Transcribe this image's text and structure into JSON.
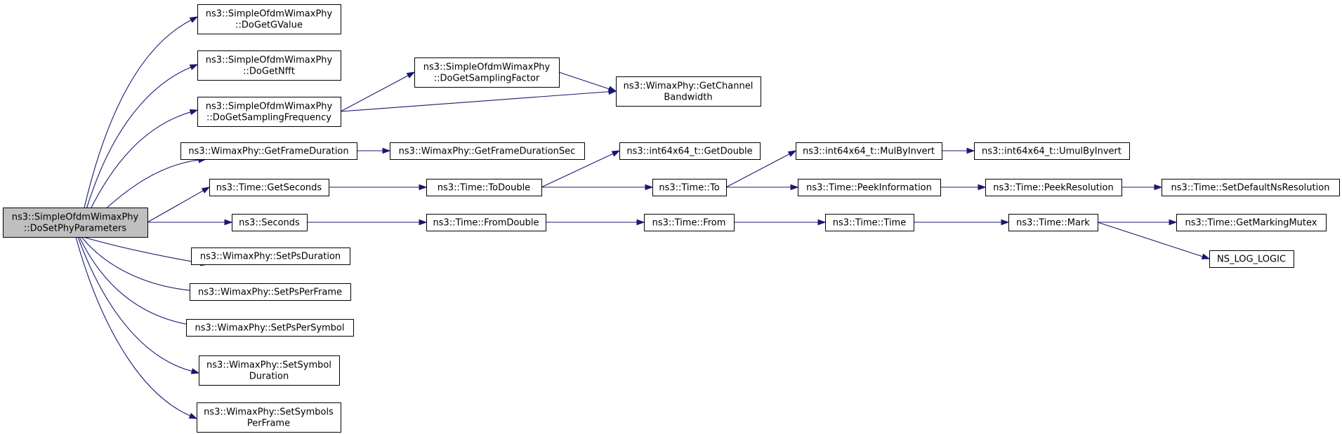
{
  "graph": {
    "nodes": {
      "root": [
        "ns3::SimpleOfdmWimaxPhy",
        "::DoSetPhyParameters"
      ],
      "getg": [
        "ns3::SimpleOfdmWimaxPhy",
        "::DoGetGValue"
      ],
      "getnfft": [
        "ns3::SimpleOfdmWimaxPhy",
        "::DoGetNfft"
      ],
      "getsampfreq": [
        "ns3::SimpleOfdmWimaxPhy",
        "::DoGetSamplingFrequency"
      ],
      "getsampfact": [
        "ns3::SimpleOfdmWimaxPhy",
        "::DoGetSamplingFactor"
      ],
      "getchanbw": [
        "ns3::WimaxPhy::GetChannel",
        "Bandwidth"
      ],
      "getframedur": [
        "ns3::WimaxPhy::GetFrameDuration"
      ],
      "getframedursec": [
        "ns3::WimaxPhy::GetFrameDurationSec"
      ],
      "getseconds": [
        "ns3::Time::GetSeconds"
      ],
      "todouble": [
        "ns3::Time::ToDouble"
      ],
      "getdouble": [
        "ns3::int64x64_t::GetDouble"
      ],
      "to": [
        "ns3::Time::To"
      ],
      "mulbyinvert": [
        "ns3::int64x64_t::MulByInvert"
      ],
      "umulbyinvert": [
        "ns3::int64x64_t::UmulByInvert"
      ],
      "peekinfo": [
        "ns3::Time::PeekInformation"
      ],
      "peekres": [
        "ns3::Time::PeekResolution"
      ],
      "setdefns": [
        "ns3::Time::SetDefaultNsResolution"
      ],
      "seconds": [
        "ns3::Seconds"
      ],
      "fromdouble": [
        "ns3::Time::FromDouble"
      ],
      "from": [
        "ns3::Time::From"
      ],
      "time": [
        "ns3::Time::Time"
      ],
      "mark": [
        "ns3::Time::Mark"
      ],
      "getmarkmutex": [
        "ns3::Time::GetMarkingMutex"
      ],
      "nslog": [
        "NS_LOG_LOGIC"
      ],
      "setpsdur": [
        "ns3::WimaxPhy::SetPsDuration"
      ],
      "setpsperframe": [
        "ns3::WimaxPhy::SetPsPerFrame"
      ],
      "setpspersym": [
        "ns3::WimaxPhy::SetPsPerSymbol"
      ],
      "setsymdur": [
        "ns3::WimaxPhy::SetSymbol",
        "Duration"
      ],
      "setsymperframe": [
        "ns3::WimaxPhy::SetSymbols",
        "PerFrame"
      ]
    },
    "edges": [
      [
        "root",
        "getg"
      ],
      [
        "root",
        "getnfft"
      ],
      [
        "root",
        "getsampfreq"
      ],
      [
        "root",
        "getframedur"
      ],
      [
        "root",
        "getseconds"
      ],
      [
        "root",
        "seconds"
      ],
      [
        "root",
        "setpsdur"
      ],
      [
        "root",
        "setpsperframe"
      ],
      [
        "root",
        "setpspersym"
      ],
      [
        "root",
        "setsymdur"
      ],
      [
        "root",
        "setsymperframe"
      ],
      [
        "getsampfreq",
        "getsampfact"
      ],
      [
        "getsampfreq",
        "getchanbw"
      ],
      [
        "getsampfact",
        "getchanbw"
      ],
      [
        "getframedur",
        "getframedursec"
      ],
      [
        "getseconds",
        "todouble"
      ],
      [
        "todouble",
        "getdouble"
      ],
      [
        "todouble",
        "to"
      ],
      [
        "to",
        "mulbyinvert"
      ],
      [
        "mulbyinvert",
        "umulbyinvert"
      ],
      [
        "to",
        "peekinfo"
      ],
      [
        "peekinfo",
        "peekres"
      ],
      [
        "peekres",
        "setdefns"
      ],
      [
        "seconds",
        "fromdouble"
      ],
      [
        "fromdouble",
        "from"
      ],
      [
        "from",
        "time"
      ],
      [
        "time",
        "mark"
      ],
      [
        "mark",
        "getmarkmutex"
      ],
      [
        "mark",
        "nslog"
      ]
    ]
  }
}
